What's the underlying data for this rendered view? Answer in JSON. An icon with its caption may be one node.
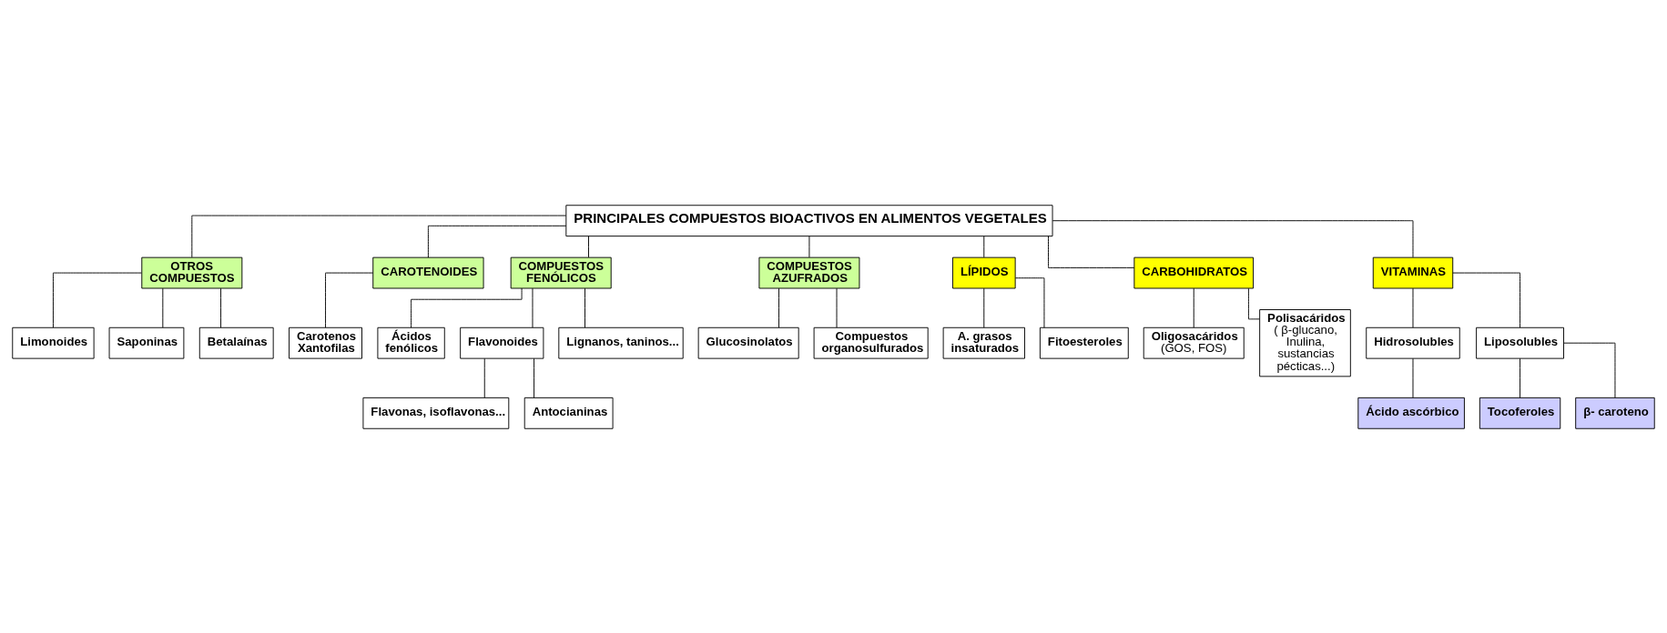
{
  "diagram": {
    "nodes": [
      {
        "text": [
          "PRINCIPALES COMPUESTOS BIOACTIVOS EN ALIMENTOS VEGETALES"
        ]
      },
      {
        "text": [
          "OTROS COMPUESTOS"
        ]
      },
      {
        "text": [
          "CAROTENOIDES"
        ]
      },
      {
        "text": [
          "COMPUESTOS FENÓLICOS"
        ]
      },
      {
        "text": [
          "COMPUESTOS AZUFRADOS"
        ]
      },
      {
        "text": [
          "LÍPIDOS"
        ]
      },
      {
        "text": [
          "CARBOHIDRATOS"
        ]
      },
      {
        "text": [
          "VITAMINAS"
        ]
      },
      {
        "text": [
          "Limonoides"
        ]
      },
      {
        "text": [
          "Saponinas"
        ]
      },
      {
        "text": [
          "Betalaínas"
        ]
      },
      {
        "text": [
          "Carotenos Xantofilas"
        ]
      },
      {
        "text": [
          "Ácidos fenólicos"
        ]
      },
      {
        "text": [
          "Flavonoides"
        ]
      },
      {
        "text": [
          "Flavonas, isoflavonas..."
        ]
      },
      {
        "text": [
          "Antocianinas"
        ]
      },
      {
        "text": [
          "Lignanos, taninos..."
        ]
      },
      {
        "text": [
          "Glucosinolatos"
        ]
      },
      {
        "text": [
          "Compuestos organosulfurados"
        ]
      },
      {
        "text": [
          "A. grasos insaturados"
        ]
      },
      {
        "text": [
          "Fitoesteroles"
        ]
      },
      {
        "text": [
          "Oligosacáridos",
          "(GOS, FOS)"
        ]
      },
      {
        "text": [
          "Polisacáridos",
          "( β-glucano, Inulina, sustancias pécticas...)"
        ]
      },
      {
        "text": [
          "Hidrosolubles"
        ]
      },
      {
        "text": [
          "Ácido ascórbico"
        ]
      },
      {
        "text": [
          "Liposolubles"
        ]
      },
      {
        "text": [
          "Tocoferoles"
        ]
      },
      {
        "text": [
          "β- caroteno"
        ]
      }
    ],
    "edges": [
      {
        "from": 0,
        "to": 1,
        "arrow": "none"
      },
      {
        "from": 0,
        "to": 2,
        "arrow": "none"
      },
      {
        "from": 0,
        "to": 3,
        "arrow": "none"
      },
      {
        "from": 0,
        "to": 4,
        "arrow": "none"
      },
      {
        "from": 0,
        "to": 5,
        "arrow": "none"
      },
      {
        "from": 0,
        "to": 6,
        "arrow": "none"
      },
      {
        "from": 0,
        "to": 7,
        "arrow": "none"
      },
      {
        "from": 1,
        "to": 8,
        "arrow": "none"
      },
      {
        "from": 1,
        "to": 9,
        "arrow": "none"
      },
      {
        "from": 1,
        "to": 10,
        "arrow": "none"
      },
      {
        "from": 2,
        "to": 11,
        "arrow": "none"
      },
      {
        "from": 3,
        "to": 12,
        "arrow": "none"
      },
      {
        "from": 3,
        "to": 13,
        "arrow": "none"
      },
      {
        "from": 13,
        "to": 14,
        "arrow": "none"
      },
      {
        "from": 13,
        "to": 15,
        "arrow": "none"
      },
      {
        "from": 3,
        "to": 16,
        "arrow": "none"
      },
      {
        "from": 4,
        "to": 17,
        "arrow": "none"
      },
      {
        "from": 4,
        "to": 18,
        "arrow": "none"
      },
      {
        "from": 5,
        "to": 19,
        "arrow": "none"
      },
      {
        "from": 5,
        "to": 20,
        "arrow": "none"
      },
      {
        "from": 6,
        "to": 21,
        "arrow": "none"
      },
      {
        "from": 6,
        "to": 22,
        "arrow": "none"
      },
      {
        "from": 7,
        "to": 23,
        "arrow": "none"
      },
      {
        "from": 23,
        "to": 24,
        "arrow": "none"
      },
      {
        "from": 7,
        "to": 25,
        "arrow": "none"
      },
      {
        "from": 25,
        "to": 26,
        "arrow": "none"
      },
      {
        "from": 25,
        "to": 27,
        "arrow": "none"
      }
    ]
  }
}
